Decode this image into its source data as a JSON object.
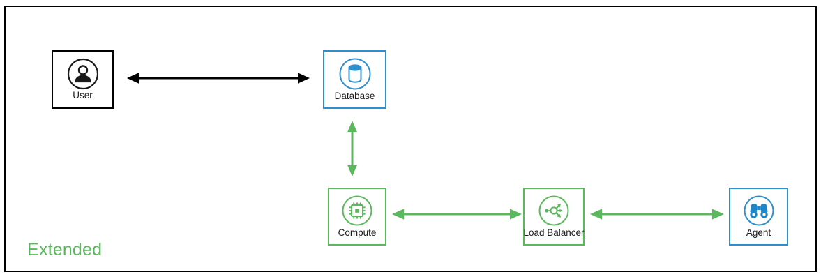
{
  "diagram": {
    "caption": "Extended",
    "caption_color": "#5CB85C",
    "frame_color": "#000000",
    "background": "#ffffff",
    "colors": {
      "blue": "#2E8FCE",
      "green": "#5CB85C",
      "black": "#000000",
      "label_text": "#1a1a1a"
    },
    "nodes": [
      {
        "id": "user",
        "label": "User",
        "icon": "user-icon",
        "color": "#000000",
        "style": "black"
      },
      {
        "id": "database",
        "label": "Database",
        "icon": "database-icon",
        "color": "#2E8FCE",
        "style": "blue"
      },
      {
        "id": "compute",
        "label": "Compute",
        "icon": "cpu-chip-icon",
        "color": "#5CB85C",
        "style": "green"
      },
      {
        "id": "loadbalancer",
        "label": "Load Balancer",
        "icon": "load-balancer-icon",
        "color": "#5CB85C",
        "style": "green"
      },
      {
        "id": "agent",
        "label": "Agent",
        "icon": "binoculars-icon",
        "color": "#2E8FCE",
        "style": "blue"
      }
    ],
    "connectors": [
      {
        "id": "user-database",
        "from": "user",
        "to": "database",
        "direction": "bidirectional",
        "orientation": "horizontal",
        "color": "#000000"
      },
      {
        "id": "database-compute",
        "from": "database",
        "to": "compute",
        "direction": "bidirectional",
        "orientation": "vertical",
        "color": "#5CB85C"
      },
      {
        "id": "compute-loadbalancer",
        "from": "compute",
        "to": "loadbalancer",
        "direction": "bidirectional",
        "orientation": "horizontal",
        "color": "#5CB85C"
      },
      {
        "id": "loadbalancer-agent",
        "from": "loadbalancer",
        "to": "agent",
        "direction": "bidirectional",
        "orientation": "horizontal",
        "color": "#5CB85C"
      }
    ]
  }
}
